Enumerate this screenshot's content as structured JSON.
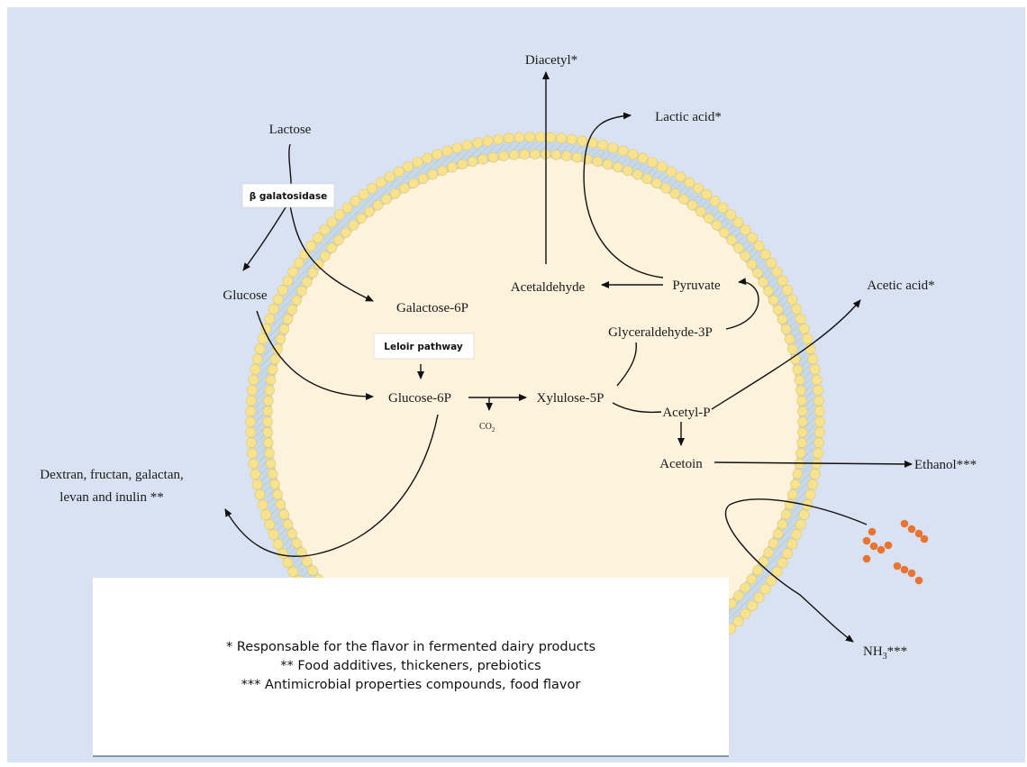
{
  "colors": {
    "background": "#d9e2f2",
    "cell_interior": "#fdf2dc",
    "membrane_band": "#c7d8e8",
    "lipid_head": "#f7e28f",
    "bacteria": "#e8742f"
  },
  "nodes": {
    "lactose": "Lactose",
    "beta_galactosidase": "β galatosidase",
    "glucose": "Glucose",
    "galactose_6p": "Galactose-6P",
    "leloir_pathway": "Leloir pathway",
    "glucose_6p": "Glucose-6P",
    "co2": "CO",
    "co2_sub": "2",
    "xylulose_5p": "Xylulose-5P",
    "acetyl_p": "Acetyl-P",
    "acetoin": "Acetoin",
    "ethanol": "Ethanol***",
    "glyceraldehyde_3p": "Glyceraldehyde-3P",
    "pyruvate": "Pyruvate",
    "acetaldehyde": "Acetaldehyde",
    "diacetyl": "Diacetyl*",
    "lactic_acid": "Lactic acid*",
    "acetic_acid": "Acetic acid*",
    "polysaccharides_line1": "Dextran, fructan, galactan,",
    "polysaccharides_line2": "levan and inulin **",
    "nh3": "NH",
    "nh3_sub": "3",
    "nh3_suffix": "***"
  },
  "legend": {
    "line1": "* Responsable for the flavor in fermented dairy products",
    "line2": "** Food additives, thickeners, prebiotics",
    "line3": "*** Antimicrobial properties compounds, food flavor"
  }
}
